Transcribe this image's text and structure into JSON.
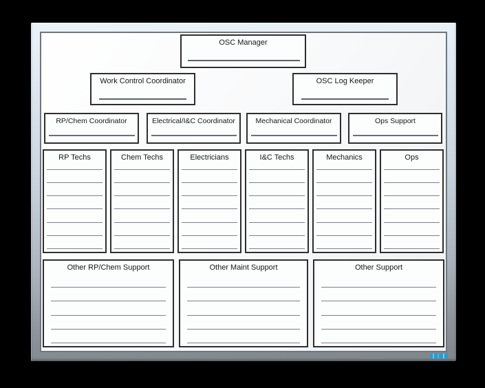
{
  "org_chart": {
    "manager": {
      "label": "OSC Manager",
      "blank_lines": 1
    },
    "row2": [
      {
        "label": "Work Control Coordinator",
        "blank_lines": 1
      },
      {
        "label": "OSC Log Keeper",
        "blank_lines": 1
      }
    ],
    "coordinators": [
      {
        "label": "RP/Chem Coordinator",
        "blank_lines": 1
      },
      {
        "label": "Electrical/I&C Coordinator",
        "blank_lines": 1
      },
      {
        "label": "Mechanical Coordinator",
        "blank_lines": 1
      },
      {
        "label": "Ops Support",
        "blank_lines": 1
      }
    ],
    "tech_columns": [
      {
        "label": "RP Techs",
        "blank_lines": 7
      },
      {
        "label": "Chem Techs",
        "blank_lines": 7
      },
      {
        "label": "Electricians",
        "blank_lines": 7
      },
      {
        "label": "I&C Techs",
        "blank_lines": 7
      },
      {
        "label": "Mechanics",
        "blank_lines": 7
      },
      {
        "label": "Ops",
        "blank_lines": 7
      }
    ],
    "support_boxes": [
      {
        "label": "Other RP/Chem Support",
        "blank_lines": 5
      },
      {
        "label": "Other Maint Support",
        "blank_lines": 5
      },
      {
        "label": "Other Support",
        "blank_lines": 5
      }
    ]
  },
  "colors": {
    "background": "#000000",
    "frame_top": "#ecf3fa",
    "frame_bottom": "#7e858b",
    "surface": "#f8f9fa",
    "box_border": "#2e2e2e",
    "blank_line": "#7c8187",
    "watermark_blue": "#2a9ad2"
  }
}
